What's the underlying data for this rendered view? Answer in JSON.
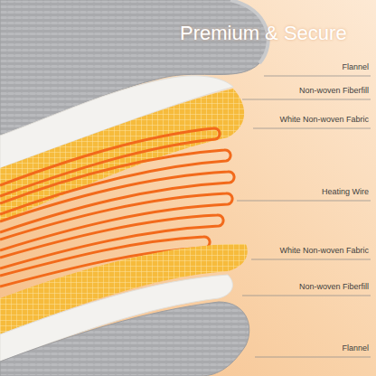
{
  "diagram": {
    "title": "Premium & Secure",
    "labels": [
      "Flannel",
      "Non-woven Fiberfill",
      "White Non-woven Fabric",
      "Heating Wire",
      "White Non-woven Fabric",
      "Non-woven Fiberfill",
      "Flannel"
    ]
  }
}
